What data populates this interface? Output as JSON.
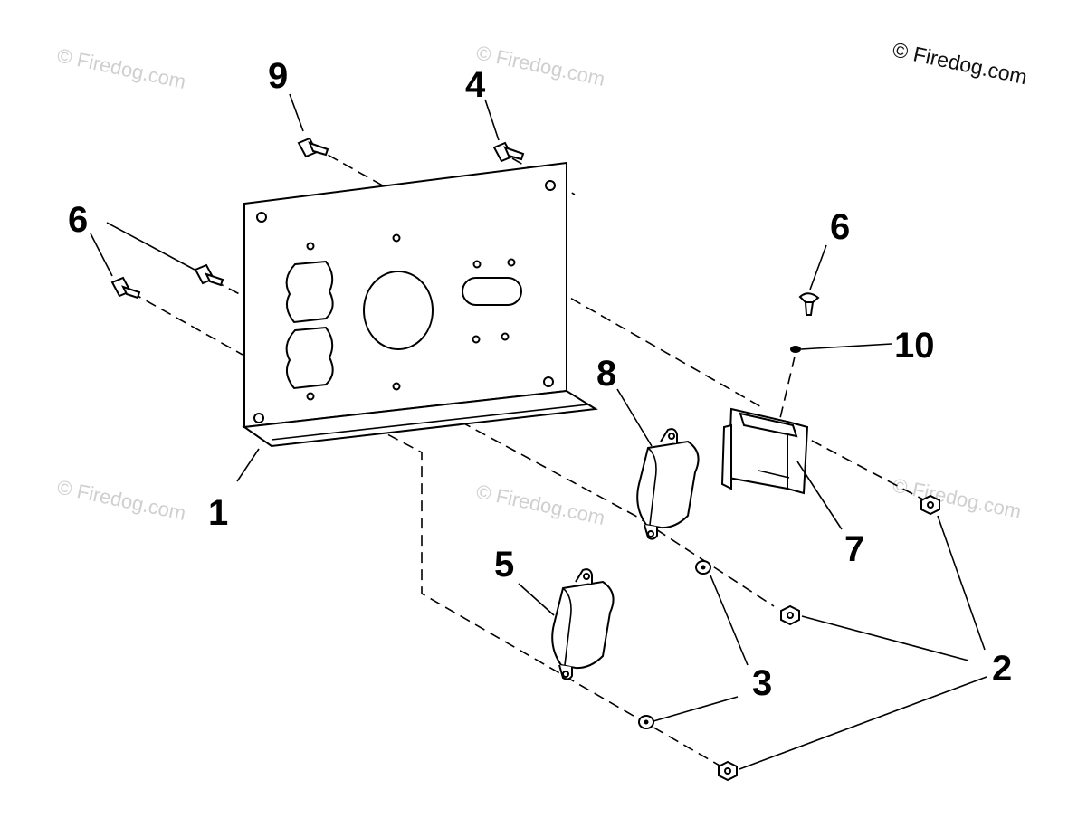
{
  "copyright": "© Firedog.com",
  "watermarks": [
    "© Firedog.com",
    "© Firedog.com",
    "© Firedog.com",
    "© Firedog.com",
    "© Firedog.com",
    "© Firedog.com"
  ],
  "callouts": {
    "c1": "1",
    "c2": "2",
    "c3a": "3",
    "c3b": "3",
    "c4": "4",
    "c5": "5",
    "c6a": "6",
    "c6b": "6",
    "c7": "7",
    "c8": "8",
    "c9": "9",
    "c10": "10"
  }
}
